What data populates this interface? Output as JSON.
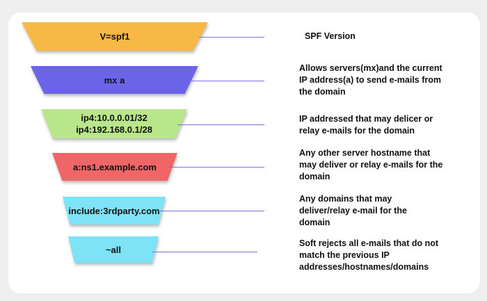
{
  "colors": {
    "background": "#eeeeef",
    "card": "#ffffff",
    "connector": "#7a73d6",
    "level_fills": [
      "#f8b845",
      "#6b63e8",
      "#b9e68b",
      "#f06565",
      "#7fe3f7",
      "#7fe3f7"
    ]
  },
  "levels": [
    {
      "label": "V=spf1",
      "description": "SPF Version"
    },
    {
      "label": "mx a",
      "description": "Allows servers(mx)and the current IP address(a) to send e-mails from the domain"
    },
    {
      "label": "ip4:10.0.0.01/32\nip4:192.168.0.1/28",
      "description": "IP addressed that may delicer or relay e-mails for the domain"
    },
    {
      "label": "a:ns1.example.com",
      "description": "Any other server hostname that may deliver or relay e-mails for the domain"
    },
    {
      "label": "include:3rdparty.com",
      "description": "Any domains that may deliver/relay e-mail for the domain"
    },
    {
      "label": "~all",
      "description": "Soft rejects all e-mails that do not match the previous IP addresses/hostnames/domains"
    }
  ]
}
